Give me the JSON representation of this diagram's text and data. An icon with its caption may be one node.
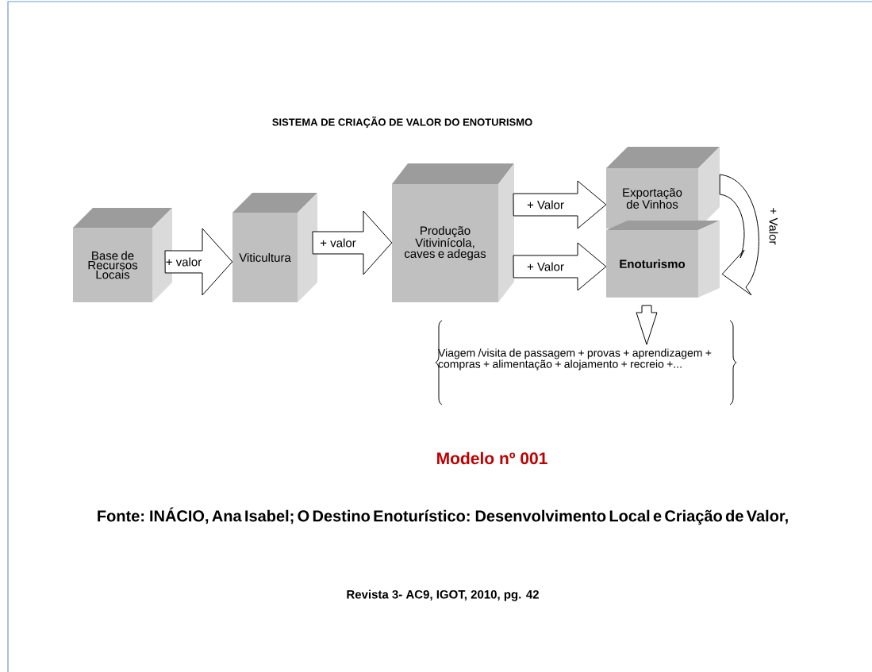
{
  "diagram": {
    "title": "SISTEMA DE CRIAÇÃO DE VALOR DO ENOTURISMO",
    "nodes": [
      {
        "text": [
          "Base de Recursos Locais"
        ]
      },
      {
        "text": [
          "Viticultura"
        ]
      },
      {
        "text": [
          "Produção Vitivinícola, caves e adegas"
        ]
      },
      {
        "text": [
          "Exportação de Vinhos"
        ]
      },
      {
        "text": [
          "Enoturismo"
        ]
      },
      {
        "text": [
          "Viagem /visita de passagem + provas + aprendizagem + compras + alimentação + alojamento + recreio +..."
        ]
      }
    ],
    "edges": [
      {
        "from": 0,
        "to": 1,
        "arrow": "to",
        "label": "+ valor"
      },
      {
        "from": 1,
        "to": 2,
        "arrow": "to",
        "label": "+ valor"
      },
      {
        "from": 2,
        "to": 3,
        "arrow": "to",
        "label": "+ Valor"
      },
      {
        "from": 2,
        "to": 4,
        "arrow": "to",
        "label": "+ Valor"
      },
      {
        "from": 3,
        "to": 4,
        "arrow": "to",
        "label": "+ Valor"
      },
      {
        "from": 4,
        "to": 5,
        "arrow": "to"
      }
    ],
    "labels": [
      "Modelo nº 001",
      "Fonte: INÁCIO, Ana Isabel; O Destino Enoturístico: Desenvolvimento Local e Criação de Valor,",
      "Revista 3- AC9, IGOT, 2010, pg. 42"
    ]
  }
}
